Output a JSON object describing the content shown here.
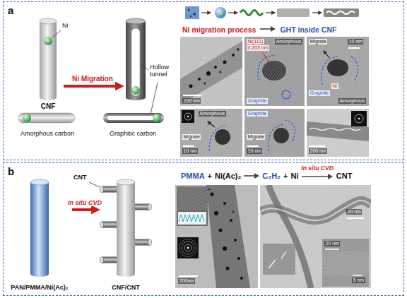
{
  "diagram": {
    "nodes": [
      {
        "text": [
          "a"
        ]
      },
      {
        "text": [
          "CNF"
        ],
        "in": 0
      },
      {
        "text": [
          "Hollow tunnel"
        ],
        "in": 0
      },
      {
        "text": [
          "Amorphous carbon"
        ],
        "in": 0
      },
      {
        "text": [
          "Graphitic carbon"
        ],
        "in": 0
      },
      {
        "text": [
          "b"
        ]
      },
      {
        "text": [
          "PAN/PMMA/Ni(Ac)₂"
        ],
        "in": 5
      },
      {
        "text": [
          "CNF/CNT"
        ],
        "in": 5
      }
    ],
    "edges": [
      {
        "from": 1,
        "to": 2,
        "label": "Ni Migration",
        "arrow": "to"
      },
      {
        "from": 6,
        "to": 7,
        "label": "In situ CVD",
        "arrow": "to"
      }
    ],
    "labels": [
      "Ni",
      "Ni migration process",
      "GHT inside CNF",
      "200 nm",
      "Ni(111)",
      "0.203 nm",
      "Amorphous",
      "Graphite",
      "Migrate",
      "Ni",
      "Graphite",
      "Amorphous",
      "10 nm",
      "Amorphous",
      "Migrate",
      "10 nm",
      "Graphite",
      "Migrate",
      "10 nm",
      "200 nm",
      "CNT",
      "PMMA",
      "+",
      "Ni(Ac)₂",
      "C₂H₂",
      "+",
      "Ni",
      "In situ CVD",
      "CNT",
      "200nm",
      "20 nm",
      "20 nm",
      "5 nm"
    ]
  }
}
